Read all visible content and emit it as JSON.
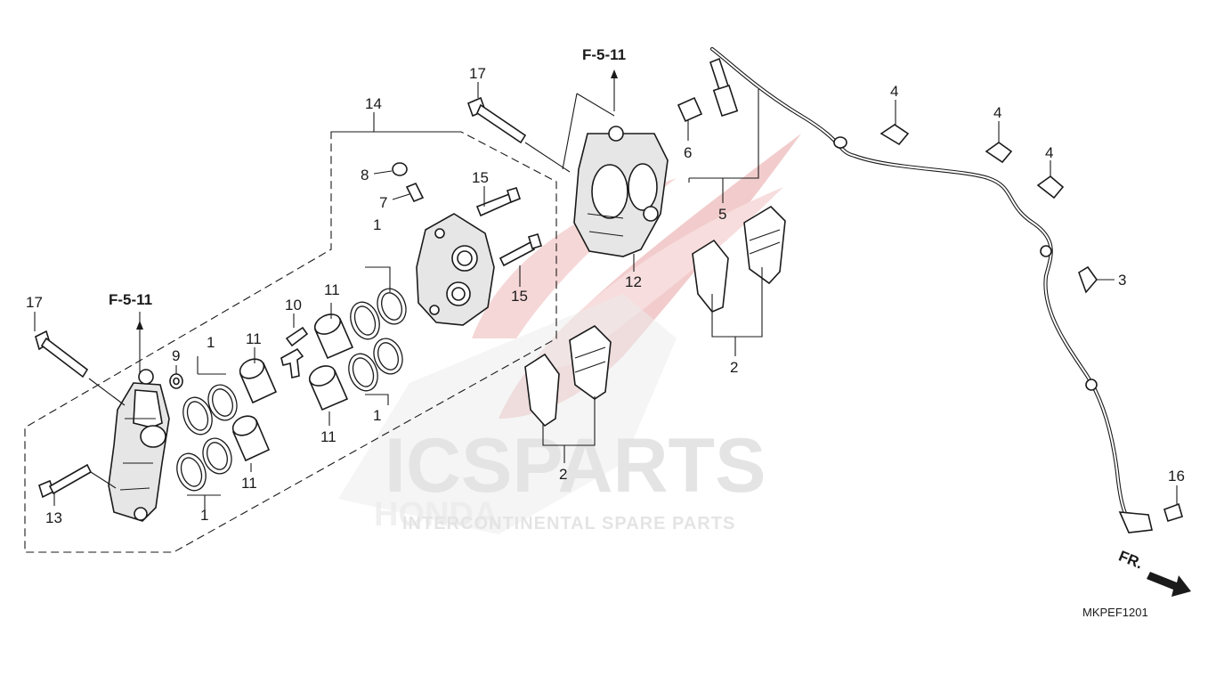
{
  "diagram": {
    "references": {
      "top": "F-5-11",
      "left": "F-5-11"
    },
    "callouts": [
      "17",
      "14",
      "8",
      "7",
      "15",
      "15",
      "6",
      "5",
      "12",
      "4",
      "4",
      "4",
      "3",
      "17",
      "9",
      "10",
      "11",
      "11",
      "11",
      "11",
      "1",
      "1",
      "1",
      "1",
      "2",
      "2",
      "13",
      "16"
    ],
    "direction_label": "FR.",
    "drawing_code": "MKPEF1201"
  },
  "watermark": {
    "brand": "ICSPARTS",
    "maker": "HONDA",
    "tagline": "INTERCONTINENTAL SPARE PARTS"
  },
  "colors": {
    "line": "#1a1a1a",
    "watermark_red": "#e8a4a4",
    "watermark_grey": "#cccccc"
  }
}
